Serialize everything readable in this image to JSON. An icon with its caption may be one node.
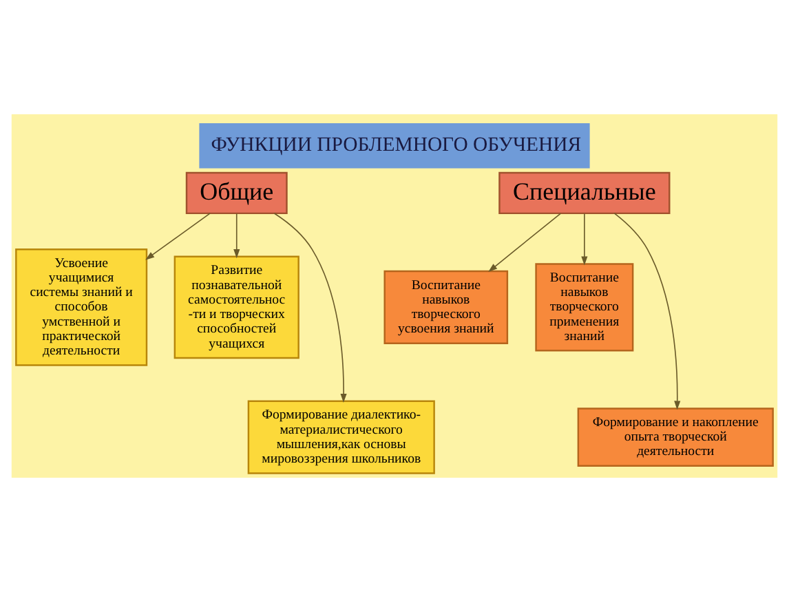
{
  "diagram": {
    "title": "ФУНКЦИИ ПРОБЛЕМНОГО ОБУЧЕНИЯ",
    "nodes": [
      {
        "text": [
          "Общие"
        ]
      },
      {
        "text": [
          "Специальные"
        ]
      },
      {
        "text": [
          "Усвоение учащимися системы знаний и способов умственной и практической деятельности"
        ]
      },
      {
        "text": [
          "Развитие познавательной самостоятельнос -ти и творческих способностей учащихся"
        ]
      },
      {
        "text": [
          "Формирование диалектико-материалистического мышления,как основы мировоззрения школьников"
        ]
      },
      {
        "text": [
          "Воспитание навыков творческого усвоения знаний"
        ]
      },
      {
        "text": [
          "Воспитание навыков творческого применения знаний"
        ]
      },
      {
        "text": [
          "Формирование и накопление опыта творческой деятельности"
        ]
      }
    ],
    "edges": [
      {
        "from": 0,
        "to": 2,
        "arrow": "to"
      },
      {
        "from": 0,
        "to": 4,
        "arrow": "to"
      },
      {
        "from": 0,
        "to": 3,
        "arrow": "to"
      },
      {
        "from": 1,
        "to": 5,
        "arrow": "to"
      },
      {
        "from": 1,
        "to": 7,
        "arrow": "to"
      },
      {
        "from": 1,
        "to": 6,
        "arrow": "to"
      }
    ]
  }
}
